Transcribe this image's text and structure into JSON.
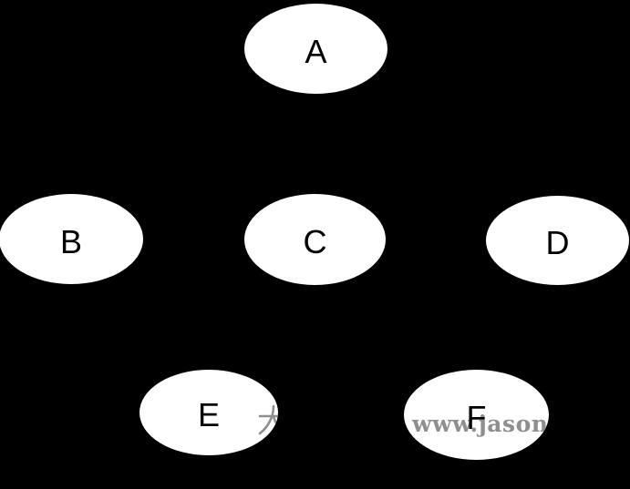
{
  "colors": {
    "background": "#000000",
    "node_fill": "#ffffff",
    "node_label": "#000000",
    "watermark": "#8f8f8f"
  },
  "diagram": {
    "type": "tree",
    "description_nodes": [
      "A",
      "B",
      "C",
      "D",
      "E",
      "F"
    ]
  },
  "nodes": {
    "A": {
      "label": "A"
    },
    "B": {
      "label": "B"
    },
    "C": {
      "label": "C"
    },
    "D": {
      "label": "D"
    },
    "E": {
      "label": "E"
    },
    "F": {
      "label": "F"
    }
  },
  "watermark": {
    "text_fragment": "www.jasong",
    "cjk_fragment": "大"
  }
}
